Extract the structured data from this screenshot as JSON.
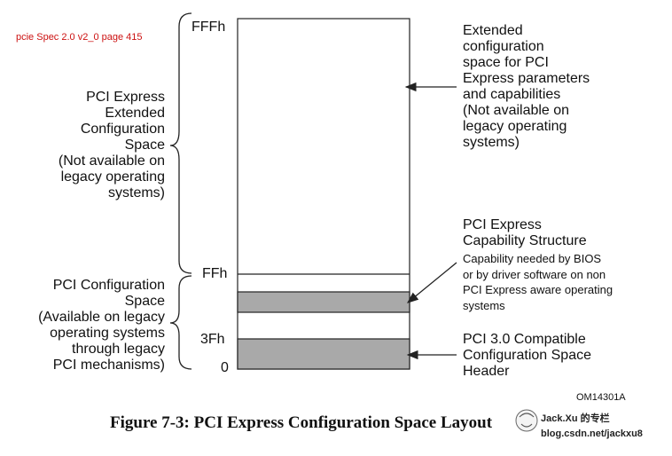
{
  "note": "pcie Spec 2.0 v2_0 page 415",
  "addresses": {
    "top": "FFFh",
    "ff": "FFh",
    "3f": "3Fh",
    "zero": "0"
  },
  "left_labels": {
    "extended": [
      "PCI Express",
      "Extended",
      "Configuration",
      "Space",
      "(Not available on",
      "legacy operating",
      "systems)"
    ],
    "config": [
      "PCI Configuration",
      "Space",
      "(Available on legacy",
      "operating systems",
      "through legacy",
      "PCI mechanisms)"
    ]
  },
  "right_labels": {
    "extended": [
      "Extended",
      "configuration",
      "space for PCI",
      "Express parameters",
      "and capabilities",
      "(Not available on",
      "legacy operating",
      "systems)"
    ],
    "capability_title": [
      "PCI Express",
      "Capability Structure"
    ],
    "capability_body": [
      "Capability needed  by BIOS",
      "or by driver software on non",
      "PCI Express aware operating",
      "systems"
    ],
    "header": [
      "PCI 3.0 Compatible",
      "Configuration Space",
      "Header"
    ]
  },
  "figure_id": "OM14301A",
  "caption": "Figure 7-3:  PCI Express Configuration Space Layout",
  "watermark": {
    "line1": "Jack.Xu 的专栏",
    "line2": "blog.csdn.net/jackxu8"
  },
  "colors": {
    "fill": "#a9a9a9",
    "stroke": "#222222",
    "note": "#cc1111"
  }
}
